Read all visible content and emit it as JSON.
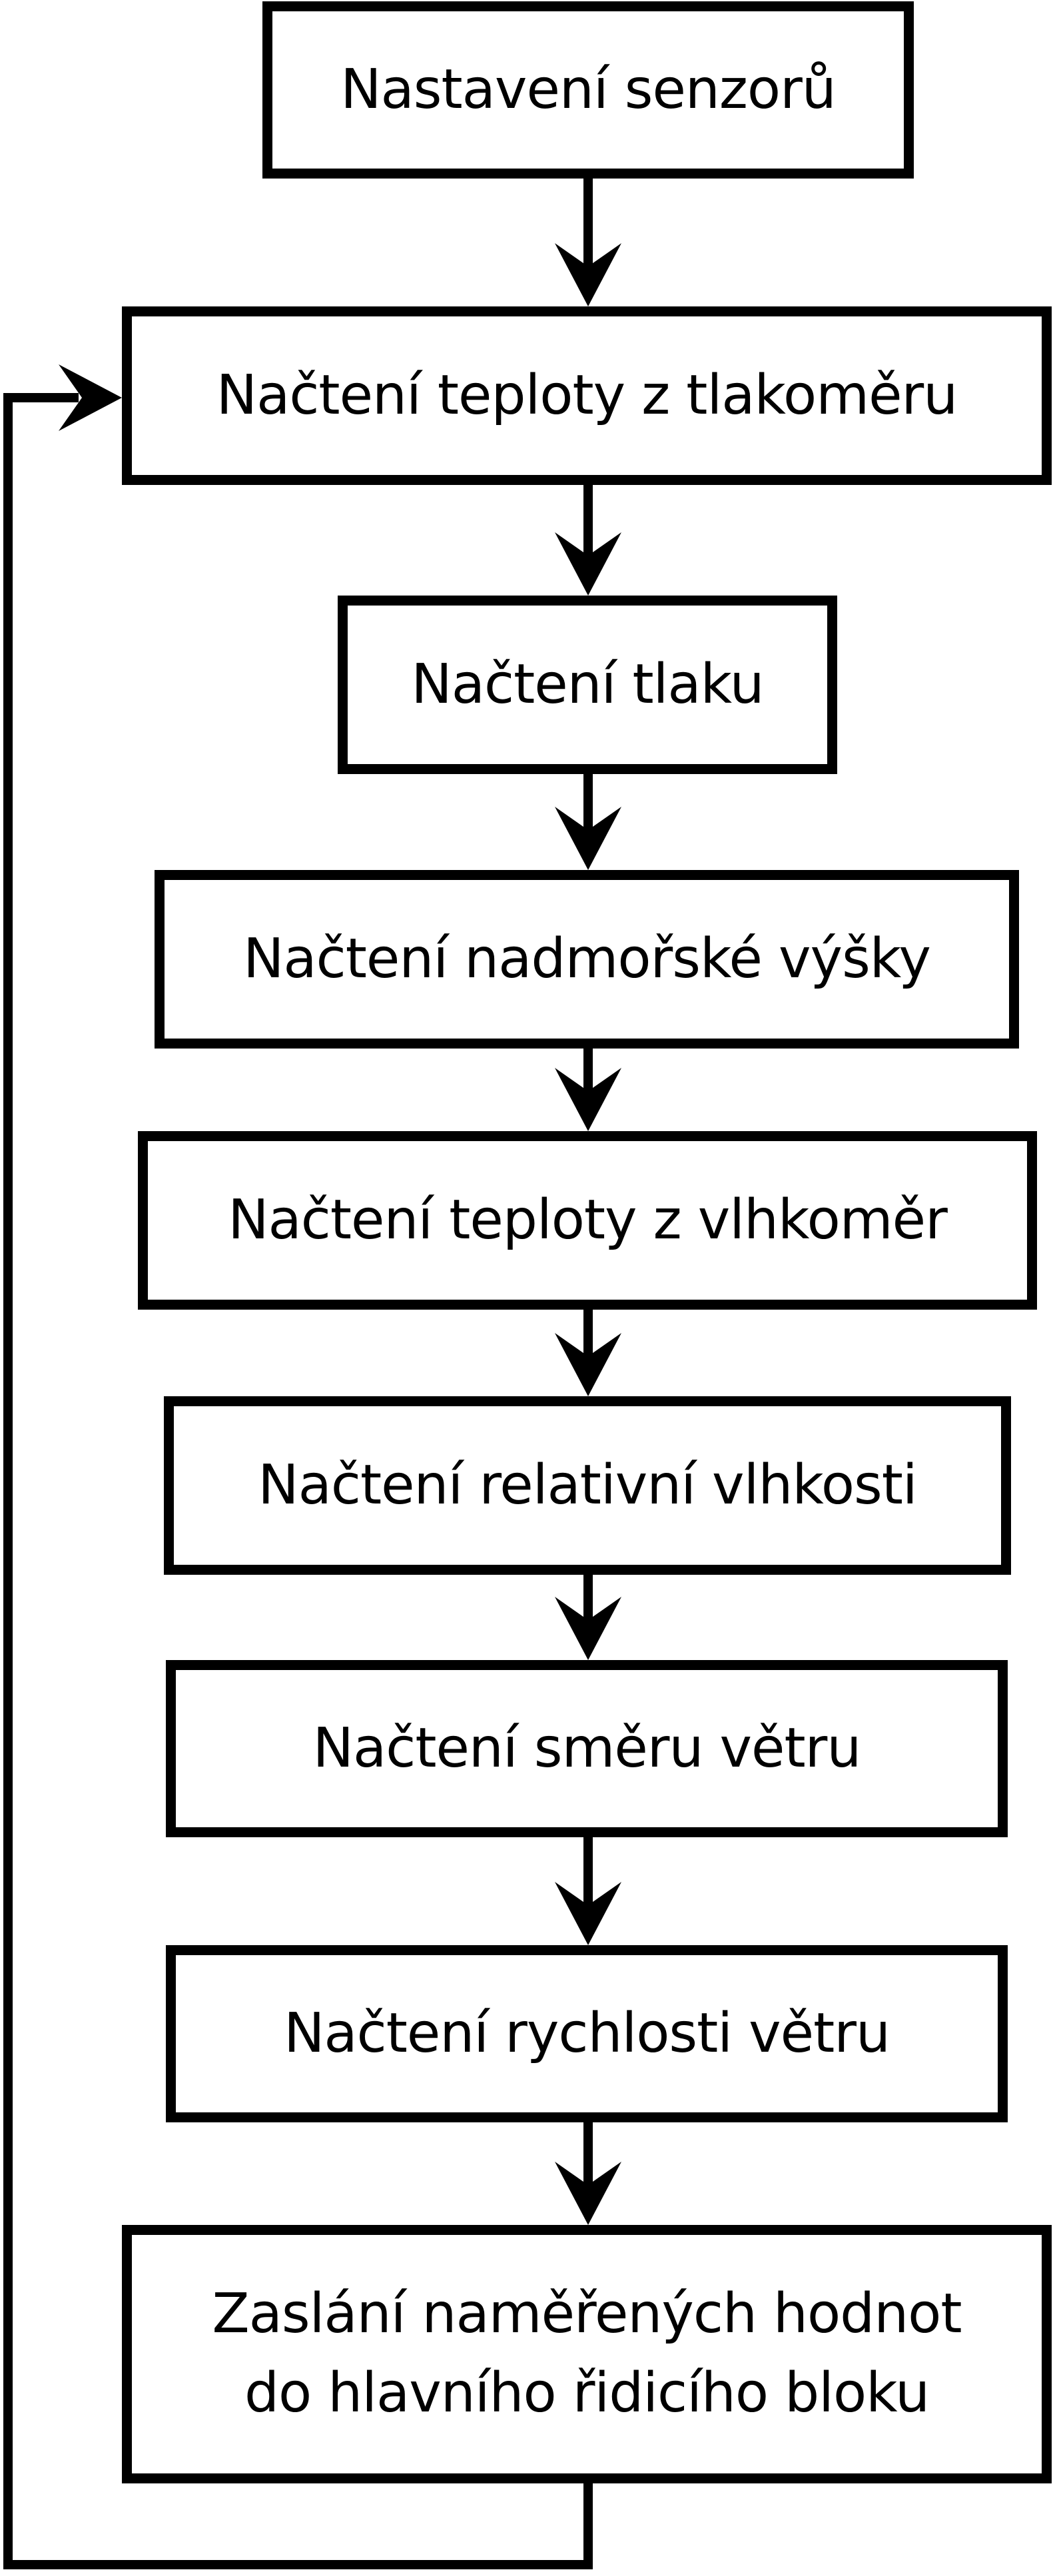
{
  "diagram": {
    "type": "flowchart",
    "background_color": "#ffffff",
    "stroke_color": "#000000",
    "box_fill_color": "#ffffff",
    "text_color": "#000000",
    "nodes": [
      {
        "id": "nastaveni-senzoru",
        "label": "Nastavení senzorů"
      },
      {
        "id": "nacteni-teploty-z-tlakomeru",
        "label": "Načtení teploty z tlakoměru"
      },
      {
        "id": "nacteni-tlaku",
        "label": "Načtení tlaku"
      },
      {
        "id": "nacteni-nadmorske-vysky",
        "label": "Načtení nadmořské výšky"
      },
      {
        "id": "nacteni-teploty-z-vlhkomer",
        "label": "Načtení teploty z vlhkoměr"
      },
      {
        "id": "nacteni-relativni-vlhkosti",
        "label": "Načtení relativní vlhkosti"
      },
      {
        "id": "nacteni-smeru-vetru",
        "label": "Načtení směru větru"
      },
      {
        "id": "nacteni-rychlosti-vetru",
        "label": "Načtení rychlosti větru"
      },
      {
        "id": "zaslani-namerenych-hodnot",
        "label": "Zaslání naměřených hodnot\ndo hlavního řidicího bloku"
      }
    ],
    "edges": [
      {
        "from": "nastaveni-senzoru",
        "to": "nacteni-teploty-z-tlakomeru",
        "kind": "down-arrow"
      },
      {
        "from": "nacteni-teploty-z-tlakomeru",
        "to": "nacteni-tlaku",
        "kind": "down-arrow"
      },
      {
        "from": "nacteni-tlaku",
        "to": "nacteni-nadmorske-vysky",
        "kind": "down-arrow"
      },
      {
        "from": "nacteni-nadmorske-vysky",
        "to": "nacteni-teploty-z-vlhkomer",
        "kind": "down-arrow"
      },
      {
        "from": "nacteni-teploty-z-vlhkomer",
        "to": "nacteni-relativni-vlhkosti",
        "kind": "down-arrow"
      },
      {
        "from": "nacteni-relativni-vlhkosti",
        "to": "nacteni-smeru-vetru",
        "kind": "down-arrow"
      },
      {
        "from": "nacteni-smeru-vetru",
        "to": "nacteni-rychlosti-vetru",
        "kind": "down-arrow"
      },
      {
        "from": "nacteni-rychlosti-vetru",
        "to": "zaslani-namerenych-hodnot",
        "kind": "down-arrow"
      },
      {
        "from": "zaslani-namerenych-hodnot",
        "to": "nacteni-teploty-z-tlakomeru",
        "kind": "loop-back-arrow"
      }
    ]
  }
}
